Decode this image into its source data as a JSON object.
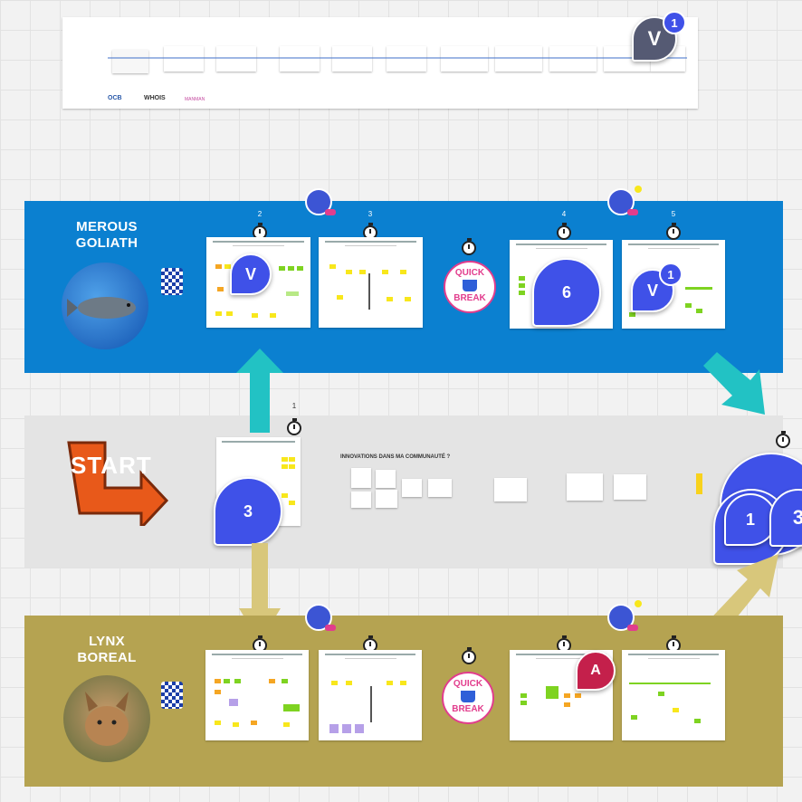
{
  "lanes": {
    "merous": {
      "title_line1": "MEROUS",
      "title_line2": "GOLIATH",
      "color": "#0b80d0"
    },
    "start": {
      "color": "#e4e4e4"
    },
    "lynx": {
      "title_line1": "LYNX",
      "title_line2": "BOREAL",
      "color": "#b5a351"
    }
  },
  "start_sign": {
    "text": "START"
  },
  "section_heading": "INNOVATIONS DANS MA COMMUNAUTÉ ?",
  "step_numbers": {
    "s1": "1",
    "s2": "2",
    "s3": "3",
    "s4": "4",
    "s5": "5"
  },
  "quick_break": {
    "line1": "QUICK",
    "line2": "BREAK"
  },
  "comments": {
    "top_v": "V",
    "top_v_badge": "1",
    "merous_v": "V",
    "merous_6": "6",
    "merous_v2": "V",
    "merous_v2_badge": "1",
    "start_3": "3",
    "right_1": "1",
    "right_3": "3",
    "lynx_a": "A"
  },
  "overview_logos": {
    "logo1": "OCB",
    "logo2": "WHOIS",
    "logo3": "MANMAN"
  },
  "colors": {
    "teal_arrow": "#22c2c4",
    "khaki_arrow": "#d8c77b",
    "comment_blue": "#3f51e8",
    "pink": "#e23d8d"
  }
}
